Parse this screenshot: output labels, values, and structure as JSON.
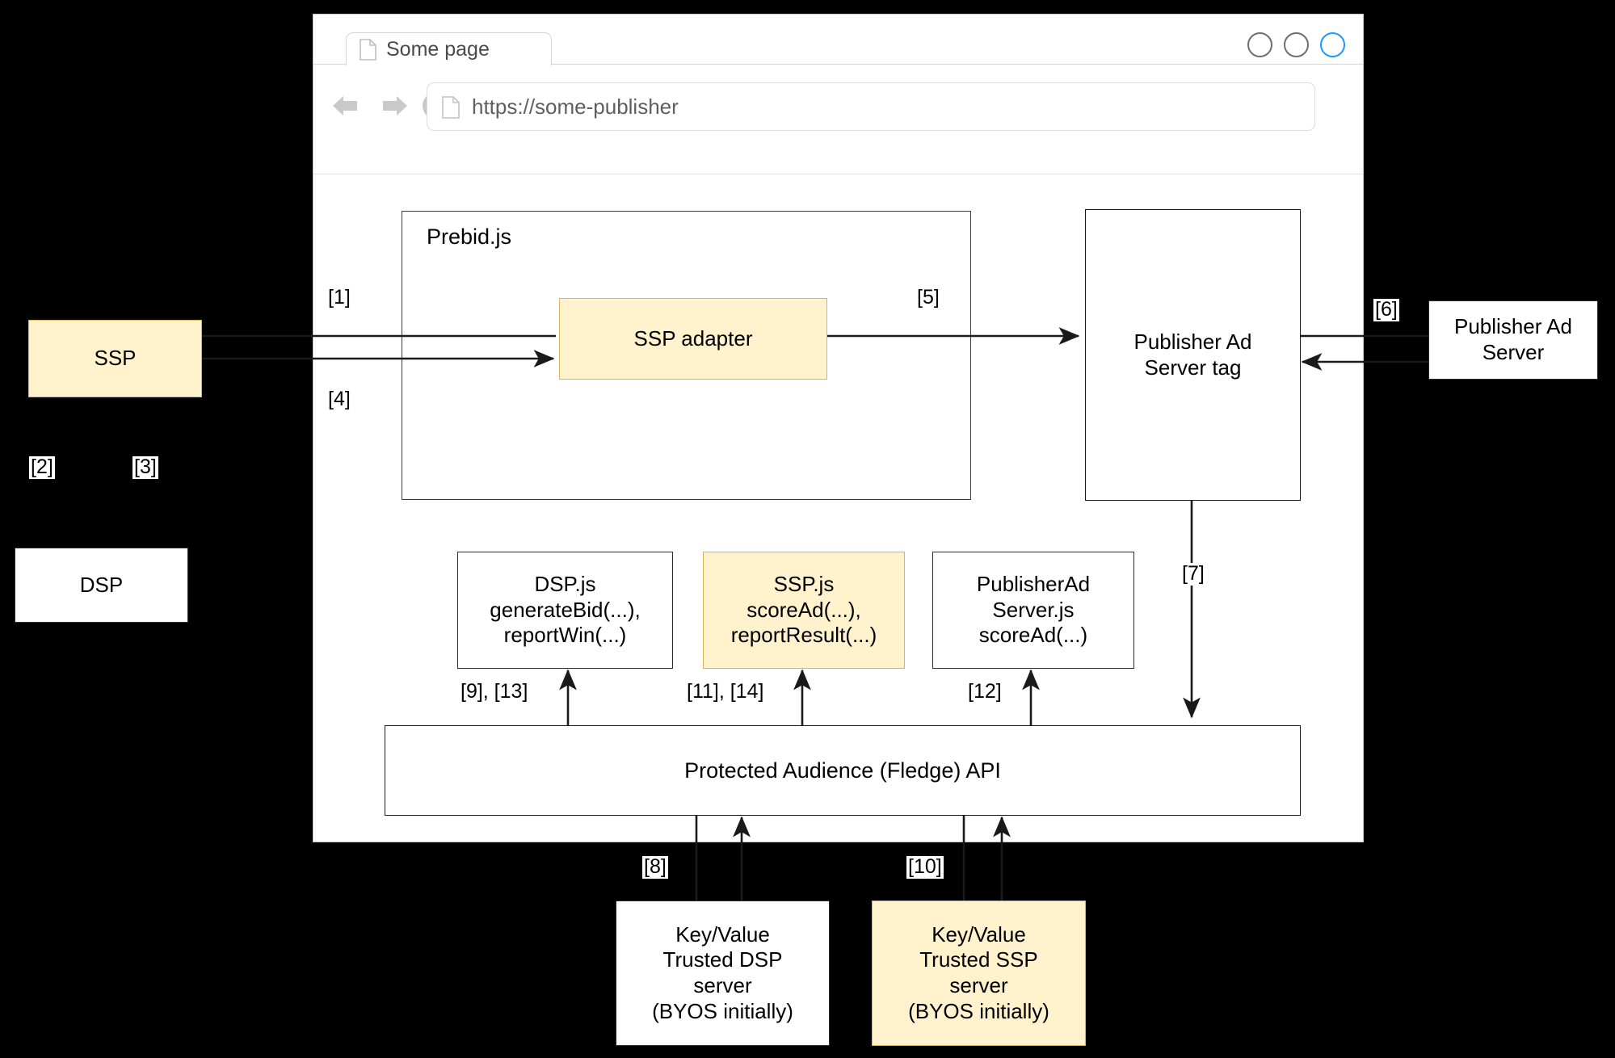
{
  "browser": {
    "tab": {
      "title": "Some page",
      "icon": "page-document-icon"
    },
    "address": {
      "url": "https://some-publisher",
      "icon": "page-document-icon"
    },
    "nav": {
      "back_icon": "back-arrow-icon",
      "forward_icon": "forward-arrow-icon",
      "reload_icon": "reload-icon"
    },
    "window_controls": [
      {
        "name": "minimize",
        "color": "#6e6e6e"
      },
      {
        "name": "maximize",
        "color": "#6e6e6e"
      },
      {
        "name": "close",
        "color": "#1a9bfc"
      }
    ]
  },
  "diagram": {
    "containers": [
      {
        "id": "prebid",
        "label": "Prebid.js"
      }
    ],
    "boxes": [
      {
        "id": "ssp",
        "label": "SSP",
        "fill": "#fff2cc"
      },
      {
        "id": "dsp",
        "label": "DSP",
        "fill": "#ffffff"
      },
      {
        "id": "ssp-adapter",
        "label": "SSP adapter",
        "fill": "#fff2cc"
      },
      {
        "id": "pub-ad-server-tag",
        "label": "Publisher Ad\nServer tag",
        "fill": "#ffffff"
      },
      {
        "id": "pub-ad-server",
        "label": "Publisher Ad\nServer",
        "fill": "#ffffff"
      },
      {
        "id": "dsp-js",
        "label": "DSP.js\ngenerateBid(...),\nreportWin(...)",
        "fill": "#ffffff"
      },
      {
        "id": "ssp-js",
        "label": "SSP.js\nscoreAd(...),\nreportResult(...)",
        "fill": "#fff2cc"
      },
      {
        "id": "pub-ad-server-js",
        "label": "PublisherAd\nServer.js\nscoreAd(...)",
        "fill": "#ffffff"
      },
      {
        "id": "kv-dsp",
        "label": "Key/Value\nTrusted DSP\nserver\n(BYOS initially)",
        "fill": "#ffffff"
      },
      {
        "id": "kv-ssp",
        "label": "Key/Value\nTrusted SSP\nserver\n(BYOS initially)",
        "fill": "#fff2cc"
      }
    ],
    "fledge_bar": {
      "label": "Protected Audience (Fledge) API"
    },
    "steps": [
      {
        "id": "s1",
        "label": "[1]"
      },
      {
        "id": "s2",
        "label": "[2]"
      },
      {
        "id": "s3",
        "label": "[3]"
      },
      {
        "id": "s4",
        "label": "[4]"
      },
      {
        "id": "s5",
        "label": "[5]"
      },
      {
        "id": "s6",
        "label": "[6]"
      },
      {
        "id": "s7",
        "label": "[7]"
      },
      {
        "id": "s8",
        "label": "[8]"
      },
      {
        "id": "s9",
        "label": "[9], [13]"
      },
      {
        "id": "s10",
        "label": "[10]"
      },
      {
        "id": "s11",
        "label": "[11], [14]"
      },
      {
        "id": "s12",
        "label": "[12]"
      }
    ]
  },
  "colors": {
    "accent_cream_fill": "#fff2cc",
    "accent_cream_stroke": "#d6b656",
    "stroke": "#1a1a1a",
    "active_window_control": "#1a9bfc",
    "page_background": "#000000"
  }
}
